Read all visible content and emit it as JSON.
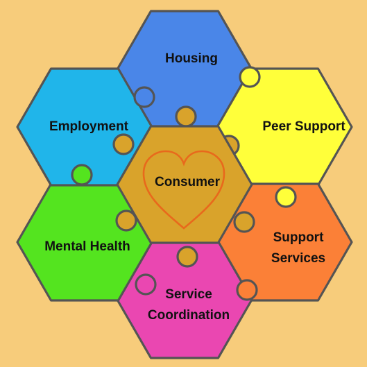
{
  "center": {
    "label": "Consumer",
    "color": "#d9a32b",
    "heart_color": "#e8691c",
    "heart_icon": "heart-icon"
  },
  "segments": [
    {
      "id": "housing",
      "lines": [
        "Housing"
      ],
      "color": "#4a86e8"
    },
    {
      "id": "peer-support",
      "lines": [
        "Peer Support"
      ],
      "color": "#ffff3a"
    },
    {
      "id": "support-services",
      "lines": [
        "Support",
        "Services"
      ],
      "color": "#fb8037"
    },
    {
      "id": "service-coordination",
      "lines": [
        "Service",
        "Coordination"
      ],
      "color": "#ea47b1"
    },
    {
      "id": "mental-health",
      "lines": [
        "Mental Health"
      ],
      "color": "#54e41f"
    },
    {
      "id": "employment",
      "lines": [
        "Employment"
      ],
      "color": "#20b5ea"
    }
  ],
  "outline_color": "#545454",
  "background_color": "#f7cc7b"
}
